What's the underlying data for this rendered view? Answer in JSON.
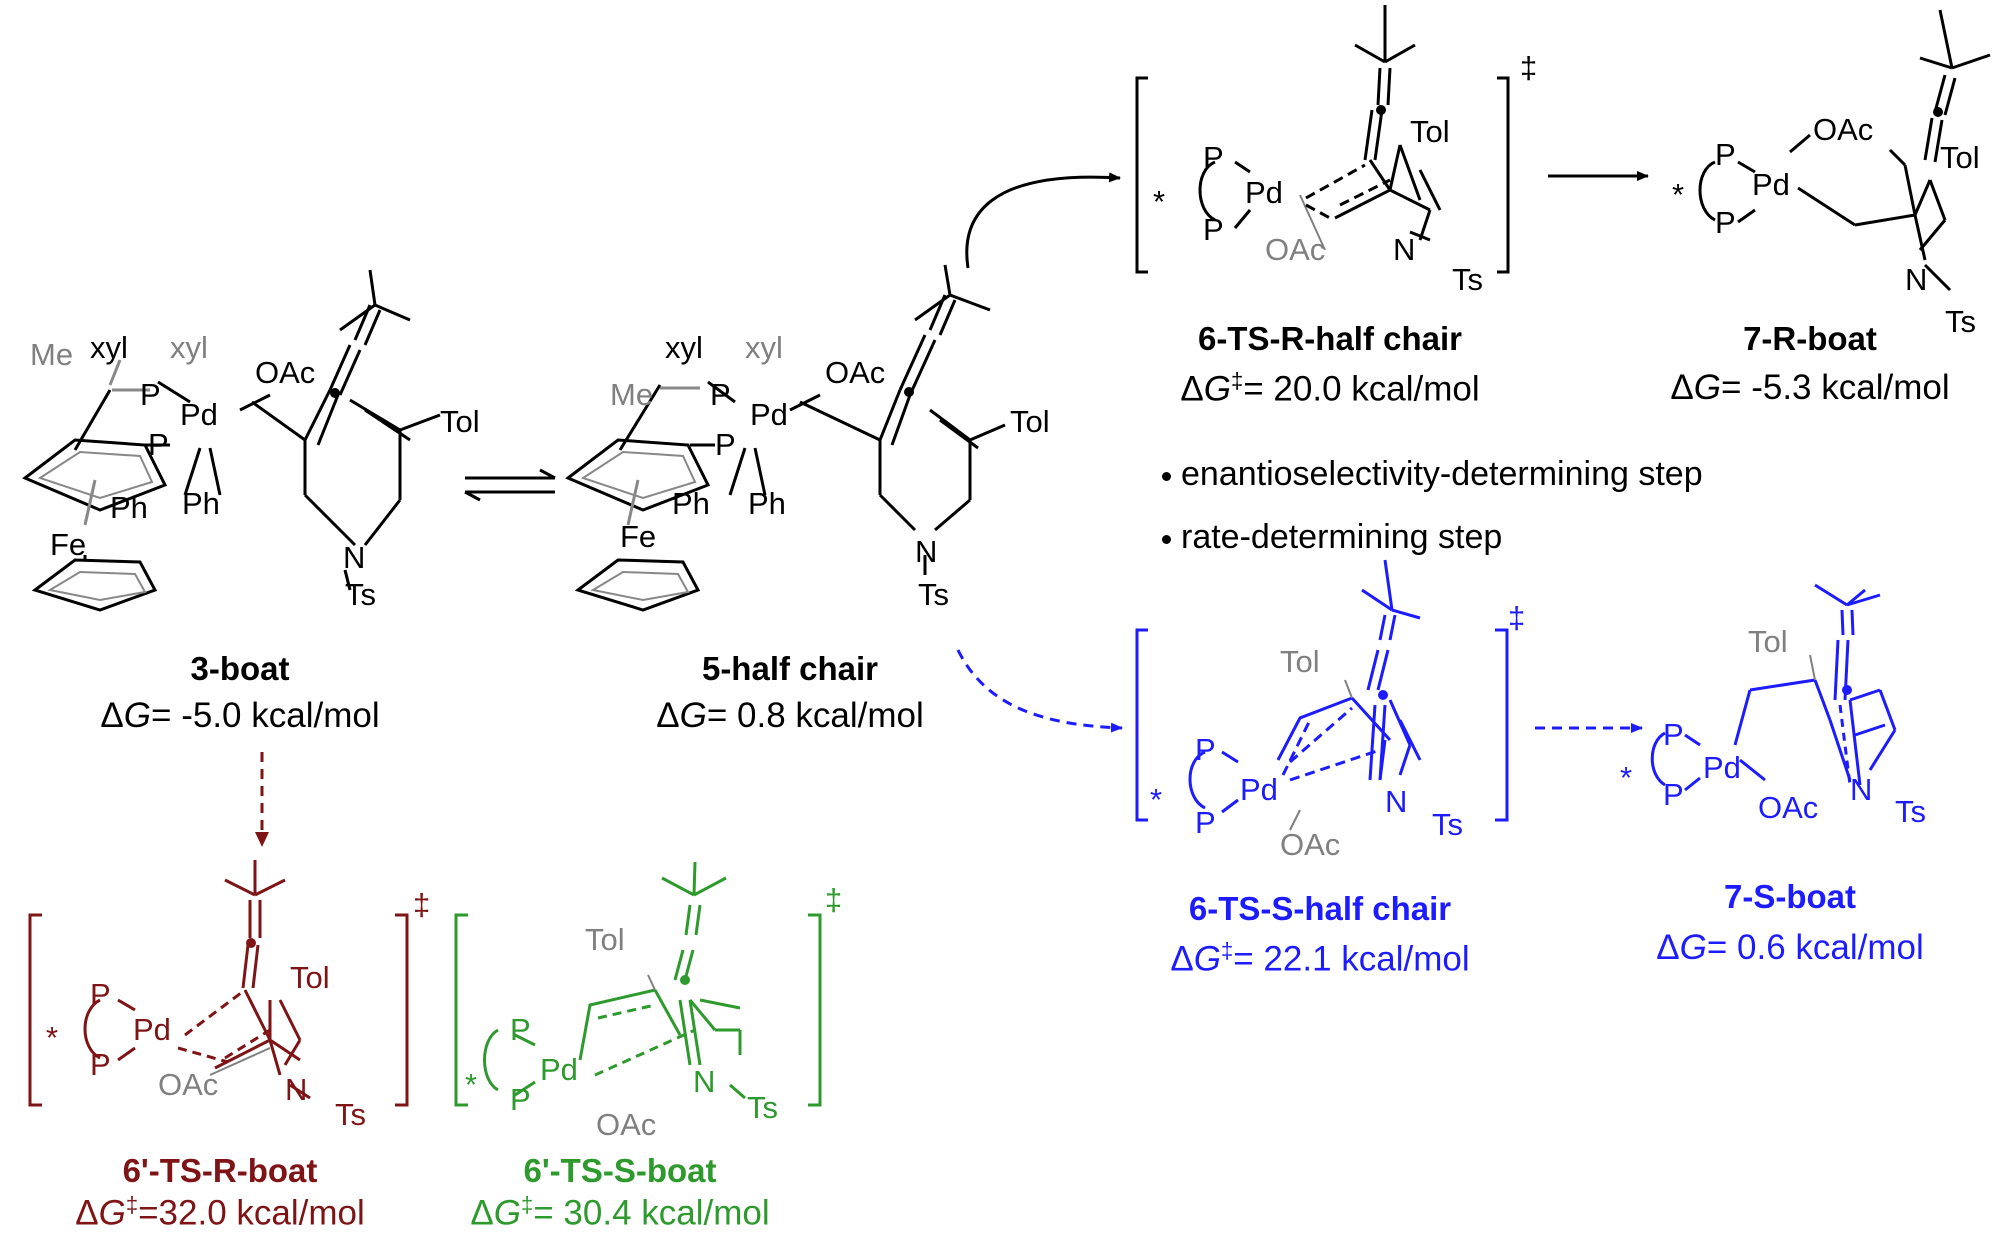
{
  "colors": {
    "black": "#000000",
    "gray": "#808080",
    "maroon": "#7f1416",
    "green": "#2e9a2e",
    "blue": "#1c1cff"
  },
  "atom_labels": {
    "me": "Me",
    "xyl": "xyl",
    "p": "P",
    "pd": "Pd",
    "oac": "OAc",
    "ph": "Ph",
    "fe": "Fe",
    "tol": "Tol",
    "n": "N",
    "ts": "Ts",
    "star": "*",
    "double_dagger": "‡"
  },
  "compounds": {
    "c3_boat": {
      "name": "3-boat",
      "delta": "Δ",
      "g": "G",
      "value": "= -5.0 kcal/mol"
    },
    "c5_half_chair": {
      "name": "5-half chair",
      "delta": "Δ",
      "g": "G",
      "value": "= 0.8 kcal/mol"
    },
    "c6_ts_r_half_chair": {
      "name": "6-TS-R-half chair",
      "delta": "Δ",
      "g": "G",
      "sup": "‡",
      "value": "= 20.0 kcal/mol"
    },
    "c7_r_boat": {
      "name": "7-R-boat",
      "delta": "Δ",
      "g": "G",
      "value": "= -5.3 kcal/mol"
    },
    "c6_ts_s_half_chair": {
      "name": "6-TS-S-half chair",
      "delta": "Δ",
      "g": "G",
      "sup": "‡",
      "value": "= 22.1 kcal/mol"
    },
    "c7_s_boat": {
      "name": "7-S-boat",
      "delta": "Δ",
      "g": "G",
      "value": "= 0.6 kcal/mol"
    },
    "c6p_ts_r_boat": {
      "name": "6'-TS-R-boat",
      "delta": "Δ",
      "g": "G",
      "sup": "‡",
      "value": "=32.0 kcal/mol"
    },
    "c6p_ts_s_boat": {
      "name": "6'-TS-S-boat",
      "delta": "Δ",
      "g": "G",
      "sup": "‡",
      "value": "= 30.4 kcal/mol"
    }
  },
  "notes": [
    "enantioselectivity-determining step",
    "rate-determining step"
  ]
}
